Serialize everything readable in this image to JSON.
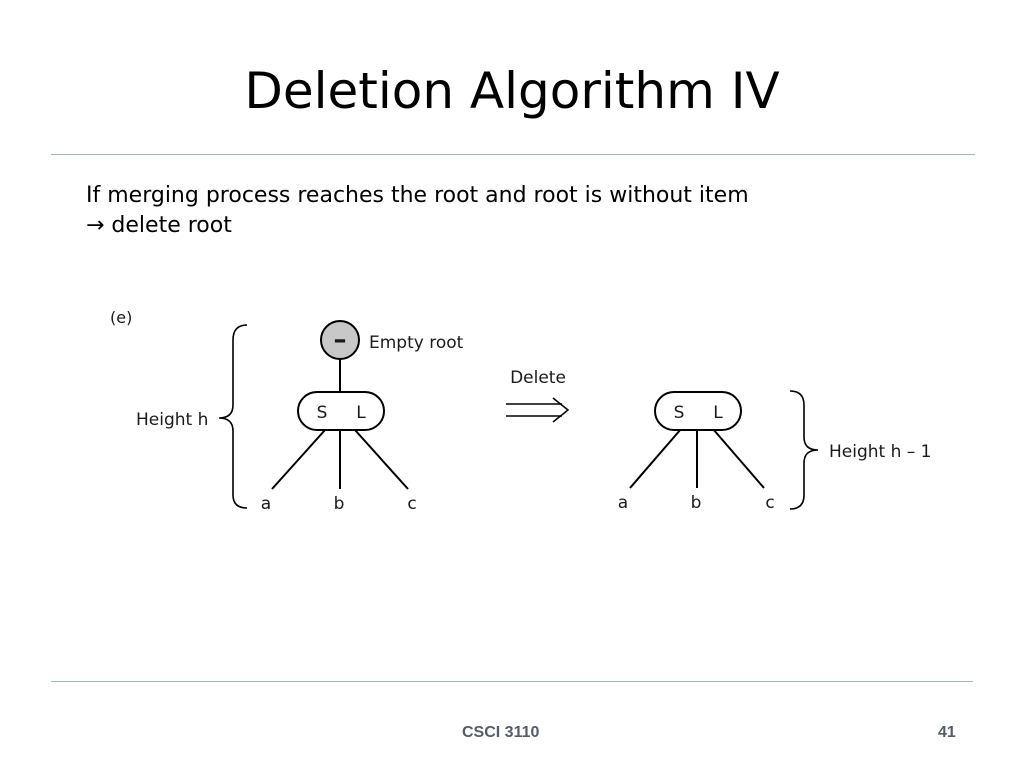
{
  "slide": {
    "title": "Deletion Algorithm IV",
    "bullet_lines": [
      "If merging process reaches the root and root is without item",
      "→ delete root"
    ]
  },
  "figure": {
    "panel_label": "(e)",
    "before": {
      "root_symbol": "–",
      "root_label": "Empty root",
      "node_keys": [
        "S",
        "L"
      ],
      "children": [
        "a",
        "b",
        "c"
      ],
      "height_label": "Height h"
    },
    "arrow_label": "Delete",
    "after": {
      "node_keys": [
        "S",
        "L"
      ],
      "children": [
        "a",
        "b",
        "c"
      ],
      "height_label": "Height h – 1"
    }
  },
  "footer": {
    "course": "CSCI 3110",
    "page": "41"
  },
  "colors": {
    "rule": "#9fb8c8",
    "empty_root_fill": "#c8c8c8",
    "footer_text": "#555c66"
  }
}
